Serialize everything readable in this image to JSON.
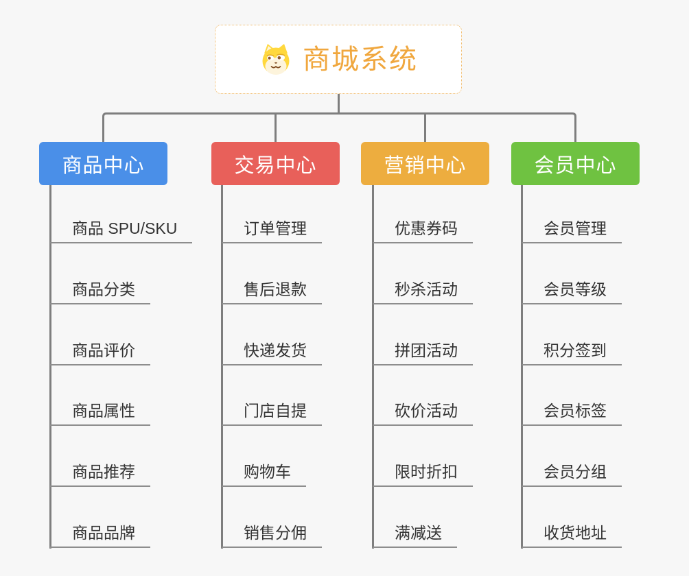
{
  "root": {
    "title": "商城系统",
    "icon": "doge-icon",
    "title_color": "#f0a73e",
    "border_color": "#f0b968"
  },
  "branches": [
    {
      "label": "商品中心",
      "color": "#4a8fe8",
      "items": [
        "商品 SPU/SKU",
        "商品分类",
        "商品评价",
        "商品属性",
        "商品推荐",
        "商品品牌"
      ]
    },
    {
      "label": "交易中心",
      "color": "#e8605a",
      "items": [
        "订单管理",
        "售后退款",
        "快递发货",
        "门店自提",
        "购物车",
        "销售分佣"
      ]
    },
    {
      "label": "营销中心",
      "color": "#edad3f",
      "items": [
        "优惠券码",
        "秒杀活动",
        "拼团活动",
        "砍价活动",
        "限时折扣",
        "满减送"
      ]
    },
    {
      "label": "会员中心",
      "color": "#6fc241",
      "items": [
        "会员管理",
        "会员等级",
        "积分签到",
        "会员标签",
        "会员分组",
        "收货地址"
      ]
    }
  ],
  "colors": {
    "background": "#f7f7f7",
    "connector_gray": "#7e7e7e",
    "leaf_underline": "#8d8d8d",
    "leaf_text": "#333333"
  }
}
